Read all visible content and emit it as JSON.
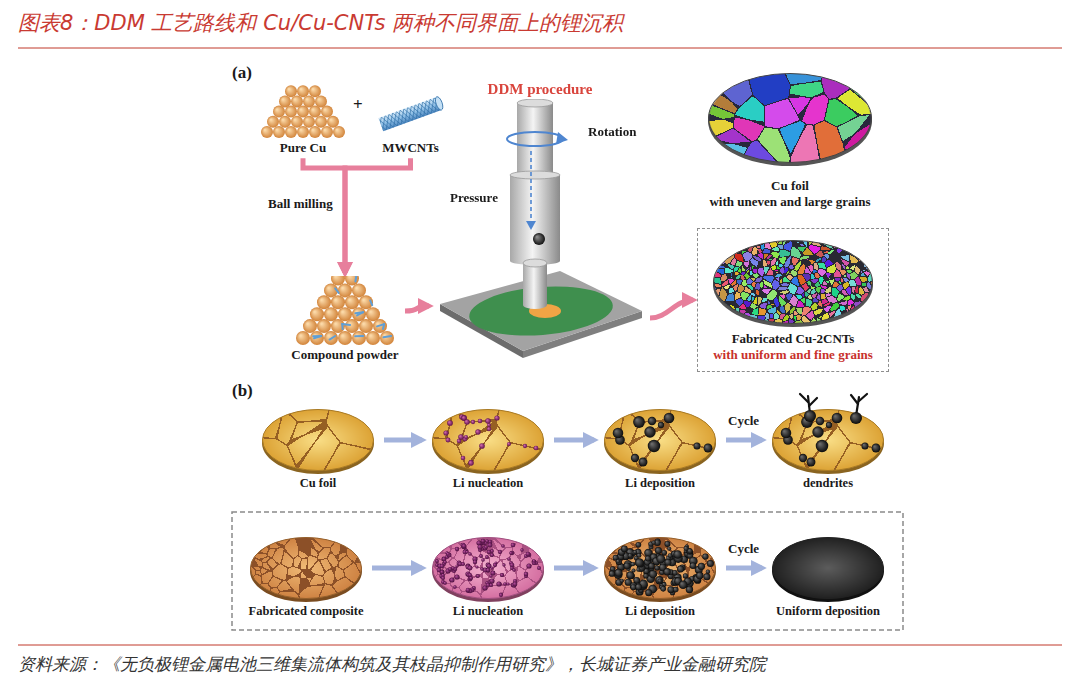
{
  "diagram": {
    "title": "图表8：DDM 工艺路线和 Cu/Cu-CNTs 两种不同界面上的锂沉积",
    "caption": "资料来源：《无负极锂金属电池三维集流体构筑及其枝晶抑制作用研究》，长城证券产业金融研究院",
    "nodes": [
      {
        "text": [
          "Pure Cu"
        ]
      },
      {
        "text": [
          "MWCNTs"
        ]
      },
      {
        "text": [
          "Compound powder"
        ]
      },
      {
        "text": [
          "DDM procedure"
        ]
      },
      {
        "text": [
          "Cu foil",
          "with uneven and large grains"
        ]
      },
      {
        "text": [
          "Fabricated Cu-2CNTs",
          "with uniform and fine grains"
        ]
      },
      {
        "text": [
          "Cu foil"
        ]
      },
      {
        "text": [
          "Li nucleation"
        ]
      },
      {
        "text": [
          "Li deposition"
        ]
      },
      {
        "text": [
          "dendrites"
        ]
      },
      {
        "text": [
          "Fabricated composite"
        ]
      },
      {
        "text": [
          "Li nucleation"
        ]
      },
      {
        "text": [
          "Li deposition"
        ]
      },
      {
        "text": [
          "Uniform deposition"
        ]
      }
    ],
    "edges": [
      {
        "from": 0,
        "to": 2,
        "label": "Ball milling",
        "arrow": "to"
      },
      {
        "from": 1,
        "to": 2,
        "arrow": "to"
      },
      {
        "from": 2,
        "to": 3,
        "arrow": "to"
      },
      {
        "from": 3,
        "to": 5,
        "arrow": "to"
      },
      {
        "from": 6,
        "to": 7,
        "arrow": "to"
      },
      {
        "from": 7,
        "to": 8,
        "arrow": "to"
      },
      {
        "from": 8,
        "to": 9,
        "label": "Cycle",
        "arrow": "to"
      },
      {
        "from": 10,
        "to": 11,
        "arrow": "to"
      },
      {
        "from": 11,
        "to": 12,
        "arrow": "to"
      },
      {
        "from": 12,
        "to": 13,
        "label": "Cycle",
        "arrow": "to"
      }
    ],
    "labels": [
      "(a)",
      "+",
      "Rotation",
      "Pressure",
      "(b)"
    ]
  }
}
